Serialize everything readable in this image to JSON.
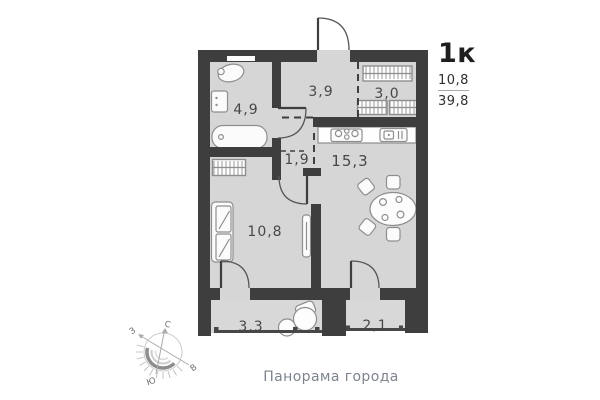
{
  "unit": {
    "rooms_label": "1к",
    "living_area": "10,8",
    "total_area": "39,8"
  },
  "rooms": {
    "bathroom": "4,9",
    "hallway": "3,9",
    "wardrobe": "3,0",
    "corridor": "1,9",
    "kitchen_living": "15,3",
    "bedroom": "10,8",
    "balcony_left": "3,3",
    "balcony_right": "2,1"
  },
  "caption": "Панорама города",
  "compass": {
    "north": "С",
    "south": "Ю",
    "west": "З",
    "east": "В"
  },
  "colors": {
    "wall": "#3e3e3e",
    "room_fill": "#d6d6d6",
    "furniture_outline": "#8e8e8e",
    "label_text": "#474747",
    "muted_text": "#7e848d"
  }
}
